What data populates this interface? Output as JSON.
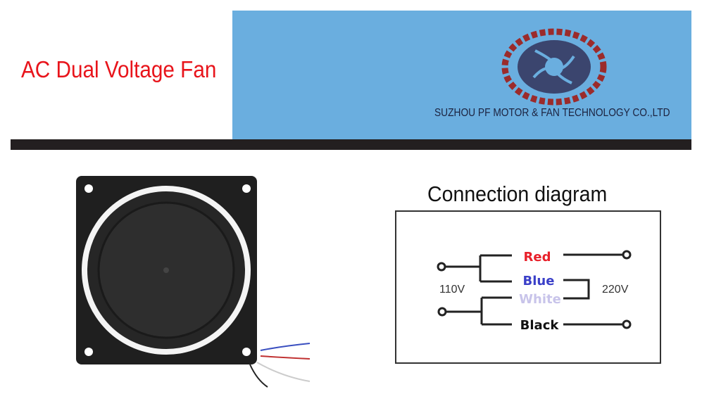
{
  "title": "AC Dual Voltage Fan",
  "company": "SUZHOU PF MOTOR & FAN TECHNOLOGY CO.,LTD",
  "diagram": {
    "title": "Connection diagram",
    "wires": [
      {
        "label": "Red",
        "color": "#e8202a"
      },
      {
        "label": "Blue",
        "color": "#3a3fc8"
      },
      {
        "label": "White",
        "color": "#c8c4ea"
      },
      {
        "label": "Black",
        "color": "#111111"
      }
    ],
    "left_voltage": "110V",
    "right_voltage": "220V"
  },
  "colors": {
    "banner": "#6aaedf",
    "bar": "#231f20",
    "title": "#e8141b"
  }
}
